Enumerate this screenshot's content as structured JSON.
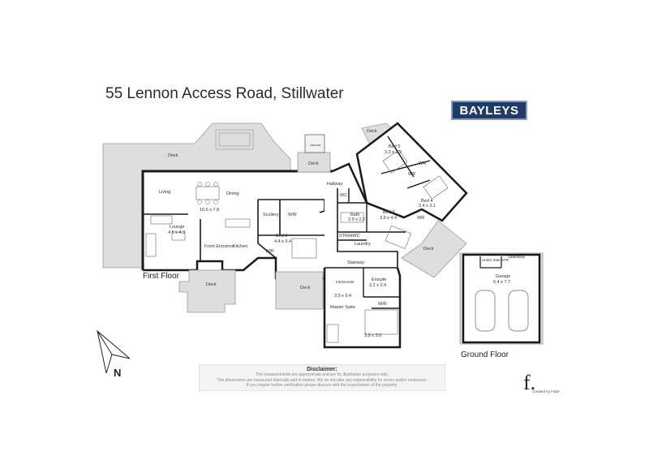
{
  "title": "55 Lennon Access Road, Stillwater",
  "logo_text": "BAYLEYS",
  "floors": {
    "first_floor_label": "First Floor",
    "ground_floor_label": "Ground Floor"
  },
  "rooms": {
    "deck_top": "Deck",
    "living": "Living",
    "dining": "Dining",
    "dining_size": "10.6 x 7.8",
    "lounge": "Lounge",
    "lounge_size": "4.5 x 4.3",
    "front_entrance": "Front Entrance",
    "kitchen": "Kitchen",
    "scullery": "Scullery",
    "wir1": "WIR",
    "bed2": "Bed 2",
    "bed2_size": "4.4 x 5.4",
    "wir2": "WIR",
    "deck_front": "Deck",
    "deck_mid": "Deck",
    "jacuzzi": "Jacuzzi",
    "deck_jacuzzi": "Deck",
    "hallway": "Hallway",
    "wc": "WC",
    "bath": "Bath",
    "bath_size": "2.9 x 2.2",
    "bed3": "Bed 3",
    "bed3_size": "3.9 x 4.4",
    "str_hwc": "STR/HWC",
    "laundry": "Laundry",
    "stairway_first": "Stairway",
    "kitchenette": "Kitchenette",
    "ensuite": "Ensuite",
    "ensuite_size": "3.2 x 2.4",
    "master_suite": "Master Suite",
    "master_size": "3.5 x 6.4",
    "wir3": "WIR",
    "master_lower_size": "3.9 x 3.0",
    "deck_upper": "Deck",
    "bed5": "Bed 5",
    "bed5_size": "3.3 x 2.9",
    "wr1": "WR",
    "wr2": "WR",
    "bed4": "Bed 4",
    "bed4_size": "3.4 x 3.1",
    "wr3": "WR",
    "deck_right": "Deck",
    "under_stair": "Under Stair STR",
    "stairway_ground": "Stairway",
    "garage": "Garage",
    "garage_size": "6.4 x 7.7"
  },
  "north": "N",
  "disclaimer": {
    "heading": "Disclaimer:",
    "lines": [
      "The measurements are approximate and are for illustration purposes only.",
      "The dimensions are measured internally and in metres. We do not take any responsibility for errors and/or omissions.",
      "If you require further verification please discuss with the buyer/owner of the property."
    ]
  },
  "credit": "Created by Fabit",
  "credit_mark": "f."
}
